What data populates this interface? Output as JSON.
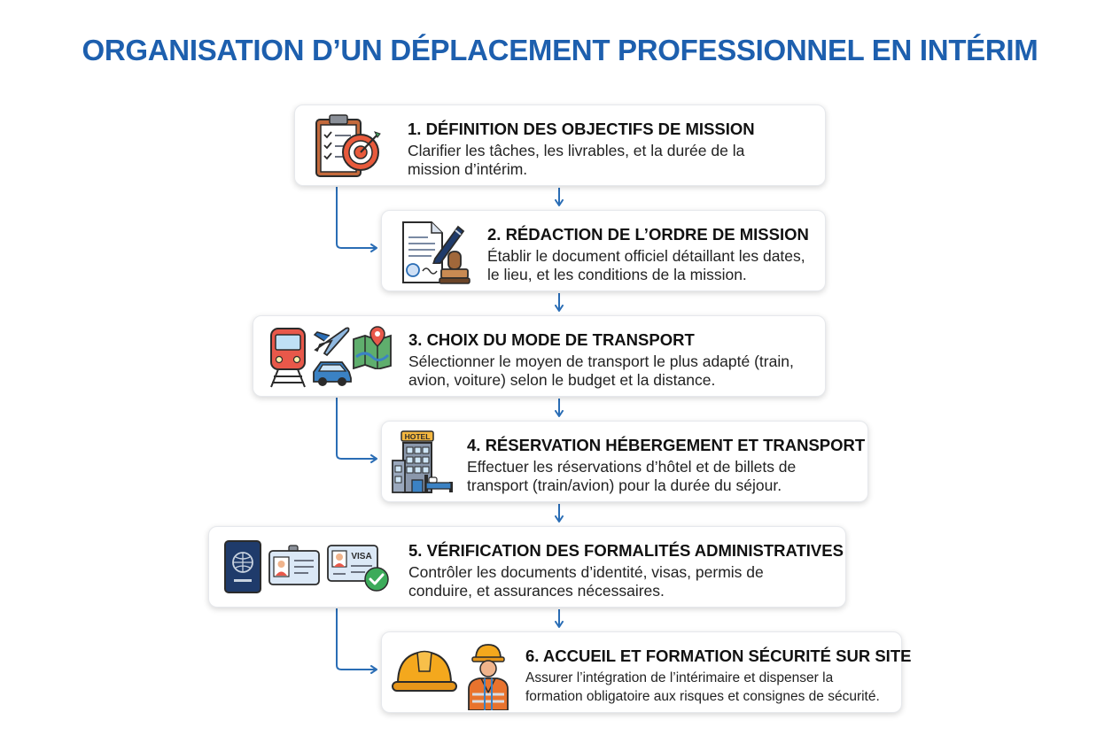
{
  "title": "ORGANISATION D’UN DÉPLACEMENT PROFESSIONNEL EN INTÉRIM",
  "accent_color": "#1d5fae",
  "connector_color": "#2a6db5",
  "steps": [
    {
      "title": "1. DÉFINITION DES OBJECTIFS DE MISSION",
      "desc_lines": [
        "Clarifier les tâches, les livrables, et la durée de la",
        "mission d’intérim."
      ],
      "icons": [
        "clipboard-checklist-icon",
        "target-icon"
      ]
    },
    {
      "title": "2. RÉDACTION DE L’ORDRE DE MISSION",
      "desc_lines": [
        "Établir le document officiel détaillant les dates,",
        "le lieu, et les conditions de la mission."
      ],
      "icons": [
        "document-icon",
        "pen-icon",
        "stamp-icon"
      ]
    },
    {
      "title": "3. CHOIX DU MODE DE TRANSPORT",
      "desc_lines": [
        "Sélectionner le moyen de transport le plus adapté (train,",
        "avion, voiture) selon le budget et la distance."
      ],
      "icons": [
        "train-icon",
        "airplane-icon",
        "map-icon",
        "car-icon"
      ]
    },
    {
      "title": "4. RÉSERVATION HÉBERGEMENT ET TRANSPORT",
      "desc_lines": [
        "Effectuer les réservations d’hôtel et de billets de",
        "transport (train/avion) pour la durée du séjour."
      ],
      "hotel_sign": "HOTEL",
      "icons": [
        "hotel-icon",
        "bed-icon"
      ]
    },
    {
      "title": "5. VÉRIFICATION DES FORMALITÉS ADMINISTRATIVES",
      "desc_lines": [
        "Contrôler les documents d’identité, visas, permis de",
        "conduire, et assurances nécessaires."
      ],
      "visa_label": "VISA",
      "icons": [
        "passport-icon",
        "id-card-icon",
        "visa-card-icon",
        "checkmark-icon"
      ]
    },
    {
      "title": "6. ACCUEIL ET FORMATION SÉCURITÉ SUR SITE",
      "desc_lines": [
        "Assurer l’intégration de l’intérimaire et dispenser la",
        "formation obligatoire aux risques et consignes de sécurité."
      ],
      "icons": [
        "hard-hat-icon",
        "worker-icon"
      ]
    }
  ]
}
